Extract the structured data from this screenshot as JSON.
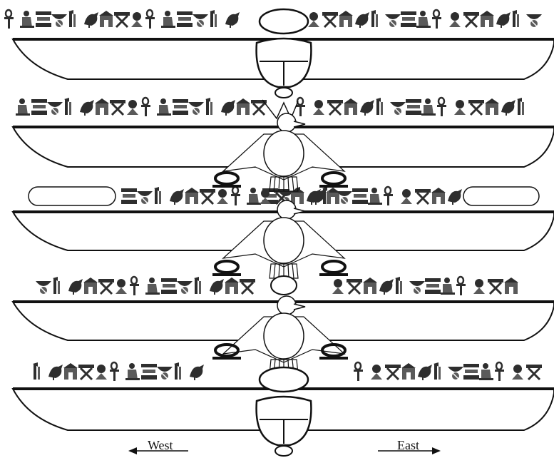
{
  "directions": {
    "west": "West",
    "east": "East"
  },
  "registers": [
    {
      "id": "register-1",
      "deity": "scarab",
      "cartouches": false,
      "left_glyph_count": 15,
      "right_glyph_count": 15
    },
    {
      "id": "register-2",
      "deity": "falcon-crowned",
      "cartouches": false,
      "left_glyph_count": 16,
      "right_glyph_count": 15
    },
    {
      "id": "register-3",
      "deity": "vulture",
      "cartouches": true,
      "left_glyph_count": 14,
      "right_glyph_count": 13
    },
    {
      "id": "register-4",
      "deity": "falcon",
      "cartouches": false,
      "left_glyph_count": 14,
      "right_glyph_count": 12
    },
    {
      "id": "register-5",
      "deity": "scarab",
      "cartouches": false,
      "left_glyph_count": 11,
      "right_glyph_count": 12
    }
  ],
  "colors": {
    "ink": "#111111",
    "glyph_fill": "#5a5a5a",
    "glyph_dark": "#2e2e2e",
    "figure_fill": "#ffffff",
    "background": "#ffffff"
  },
  "icons": {
    "boat": "solar-barque-icon",
    "disk": "sun-disk-icon",
    "scarab": "scarab-icon",
    "falcon": "falcon-icon",
    "vulture": "vulture-icon",
    "shen": "shen-ring-icon",
    "arrow_left": "arrow-left-icon",
    "arrow_right": "arrow-right-icon"
  }
}
